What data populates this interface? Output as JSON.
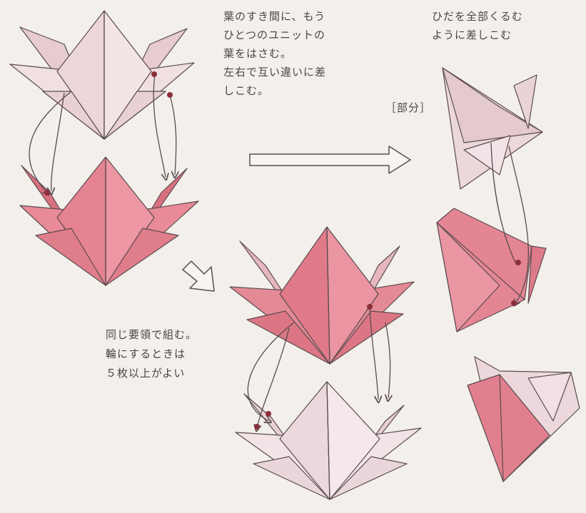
{
  "text": {
    "instruction_insert": "葉のすき間に、もう\nひとつのユニットの\n葉をはさむ。\n左右で互い違いに差\nしこむ。",
    "instruction_tuck": "ひだを全部くるむ\nように差しこむ",
    "partial_label": "［部分］",
    "instruction_repeat": "同じ要領で組む。\n輪にするときは\n５枚以上がよい"
  },
  "colors": {
    "background": "#f3efea",
    "light_unit": "#ecd9dc",
    "pink_unit": "#e58e9a",
    "line": "#5a4c50",
    "text": "#4a4646"
  }
}
